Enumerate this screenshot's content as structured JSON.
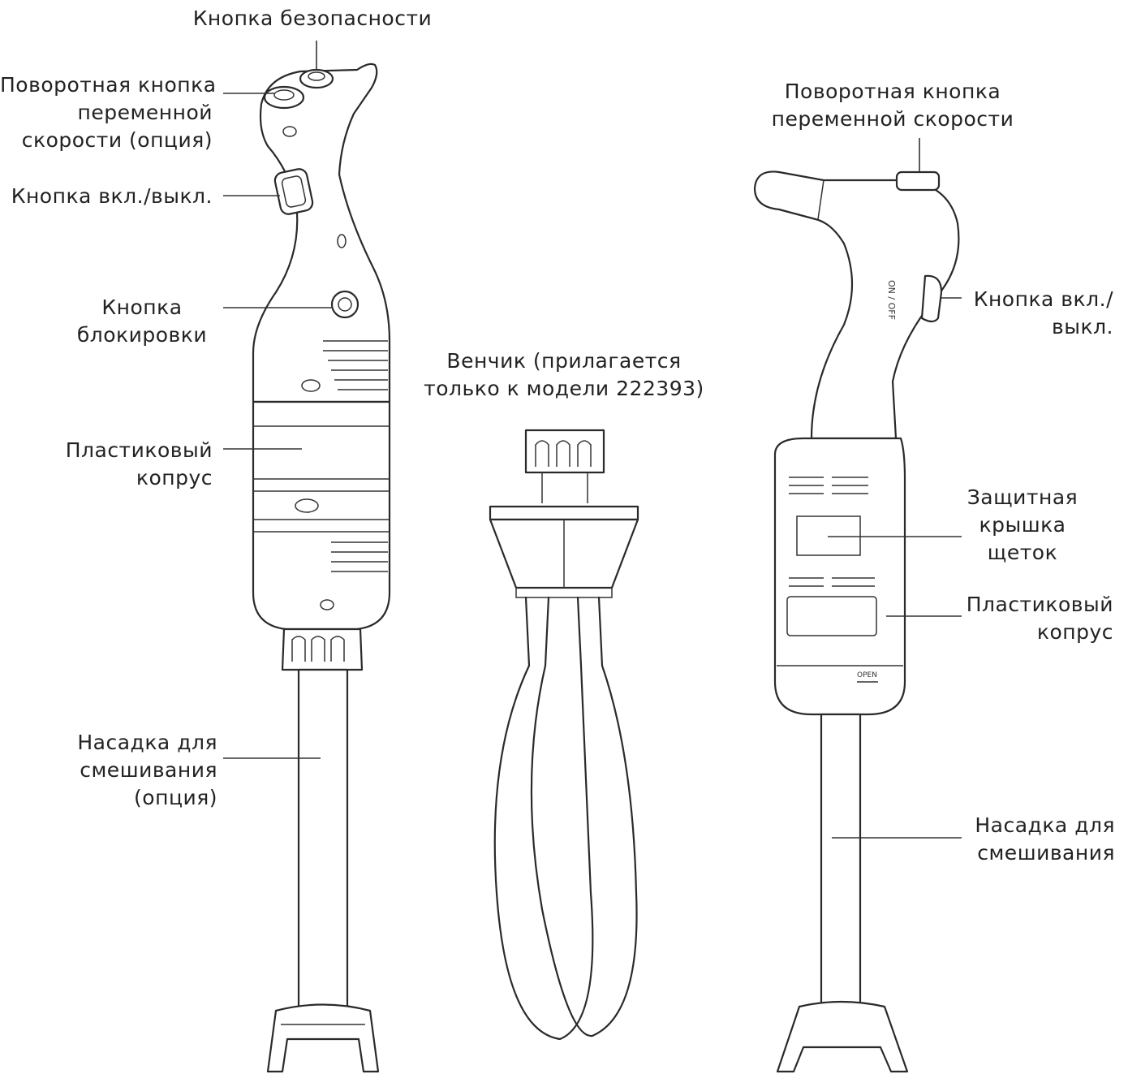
{
  "labels": {
    "safety_button": [
      "Кнопка безопасности"
    ],
    "left_speed_knob": [
      "Поворотная кнопка",
      "переменной",
      "скорости (опция)"
    ],
    "left_on_off": [
      "Кнопка вкл./выкл."
    ],
    "lock_button": [
      "Кнопка",
      "блокировки"
    ],
    "left_body": [
      "Пластиковый",
      "копрус"
    ],
    "left_attachment": [
      "Насадка для",
      "смешивания",
      "(опция)"
    ],
    "whisk": [
      "Венчик (прилагается",
      "только к модели 222393)"
    ],
    "right_speed_knob": [
      "Поворотная кнопка",
      "переменной скорости"
    ],
    "right_on_off": [
      "Кнопка вкл./",
      "выкл."
    ],
    "brush_cover": [
      "Защитная",
      "крышка",
      "щеток"
    ],
    "right_body": [
      "Пластиковый",
      "копрус"
    ],
    "right_attachment": [
      "Насадка для",
      "смешивания"
    ]
  },
  "device_markings": {
    "on_off": "ON / OFF",
    "open": "OPEN"
  },
  "colors": {
    "line": "#2a2a2a",
    "text": "#222222",
    "background": "#ffffff"
  }
}
